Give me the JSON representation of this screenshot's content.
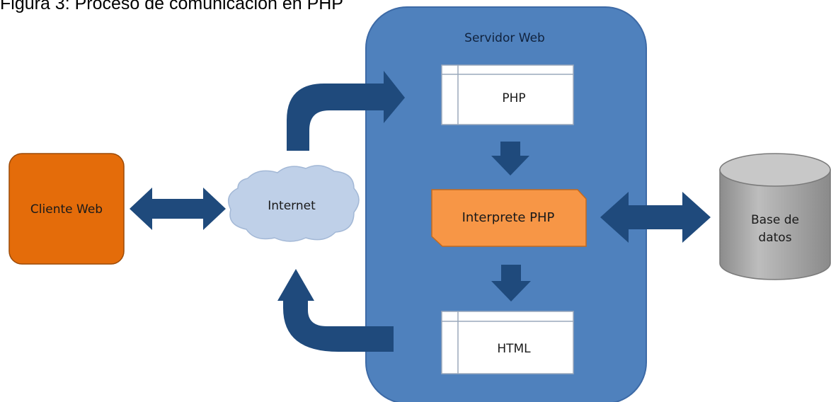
{
  "caption": "Figura 3: Proceso de comunicación en PHP",
  "nodes": {
    "client": "Cliente Web",
    "internet": "Internet",
    "server": "Servidor Web",
    "php": "PHP",
    "interpreter": "Interprete PHP",
    "html": "HTML",
    "database": [
      "Base de",
      "datos"
    ]
  },
  "colors": {
    "server_fill": "#4f81bd",
    "server_stroke": "#3d6aa6",
    "arrow_fill": "#1f4a7c",
    "client_fill": "#e46c0a",
    "interpreter_fill": "#f79646",
    "cloud_fill": "#bfd0e8",
    "database_fill": "#a6a6a6"
  }
}
